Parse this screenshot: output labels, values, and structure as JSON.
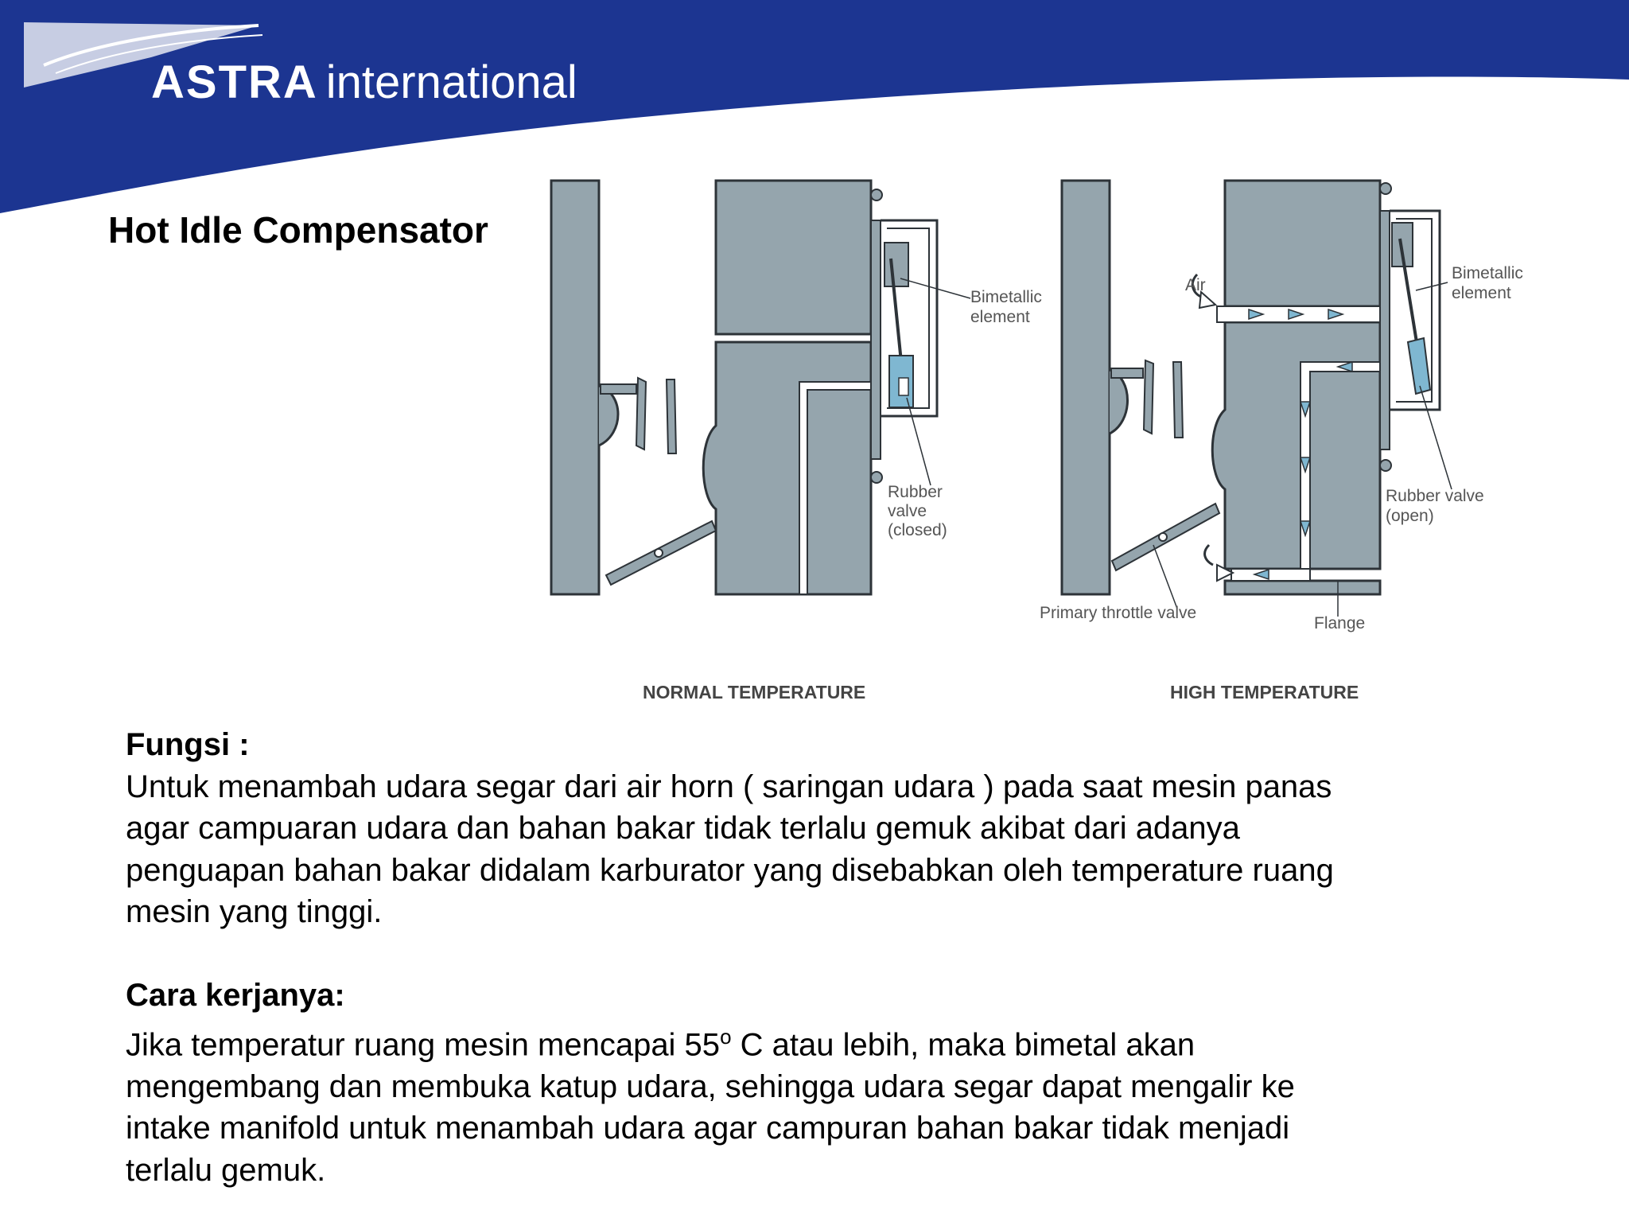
{
  "header": {
    "brand": "ASTRA",
    "brand_suffix": "international",
    "colors": {
      "band": "#1c3591",
      "logo_swoosh": "#c7cde3"
    }
  },
  "slide": {
    "title": "Hot Idle Compensator"
  },
  "figure": {
    "colors": {
      "body": "#95a5ad",
      "outline": "#2d3338",
      "valve": "#7fb7d1"
    },
    "left_panel": {
      "caption": "NORMAL TEMPERATURE",
      "bimetal_label_1": "Bimetallic",
      "bimetal_label_2": "element",
      "valve_label_1": "Rubber",
      "valve_label_2": "valve",
      "valve_label_3": "(closed)"
    },
    "right_panel": {
      "caption": "HIGH TEMPERATURE",
      "air_label": "Air",
      "bimetal_label_1": "Bimetallic",
      "bimetal_label_2": "element",
      "valve_label_1": "Rubber valve",
      "valve_label_2": "(open)",
      "throttle_label": "Primary throttle valve",
      "flange_label": "Flange"
    }
  },
  "content": {
    "fungsi_heading": "Fungsi :",
    "fungsi_lines": [
      "Untuk menambah udara segar dari air horn ( saringan udara ) pada saat mesin panas",
      "agar campuaran udara dan bahan bakar tidak terlalu gemuk akibat dari adanya",
      "penguapan bahan bakar didalam karburator yang disebabkan oleh temperature ruang",
      "mesin yang tinggi."
    ],
    "cara_heading": "Cara kerjanya:",
    "cara_line1_before": "Jika temperatur ruang mesin mencapai 55",
    "cara_line1_sup": "o",
    "cara_line1_after": " C atau lebih, maka bimetal akan",
    "cara_lines": [
      "mengembang dan membuka katup udara, sehingga udara segar dapat mengalir ke",
      "intake manifold untuk menambah udara agar campuran bahan bakar tidak menjadi",
      "terlalu gemuk."
    ]
  }
}
